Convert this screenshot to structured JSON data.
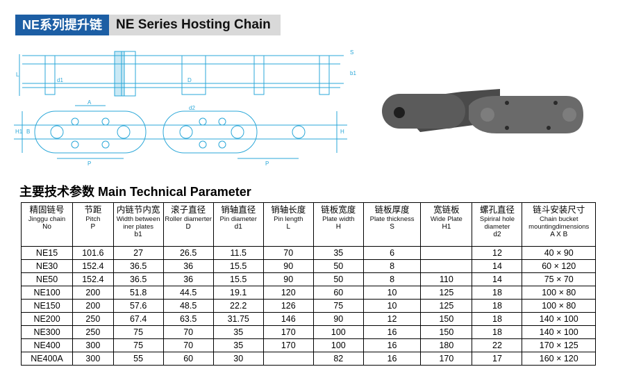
{
  "banner": {
    "cn_title": "NE系列提升链",
    "en_title": "NE Series Hosting Chain"
  },
  "drawing": {
    "labels": [
      "L",
      "d1",
      "D",
      "b1",
      "S",
      "A",
      "d2",
      "H1",
      "B",
      "P",
      "H",
      "P"
    ]
  },
  "section_title": "主要技术参数 Main Technical Parameter",
  "table": {
    "headers": [
      {
        "cn": "精固链号",
        "en": "Jinggu chain",
        "sym": "No"
      },
      {
        "cn": "节距",
        "en": "Pitch",
        "sym": "P"
      },
      {
        "cn": "内链节内宽",
        "en": "Width between iner plates",
        "sym": "b1"
      },
      {
        "cn": "滚子直径",
        "en": "Roller diamerter",
        "sym": "D"
      },
      {
        "cn": "销轴直径",
        "en": "Pin diameter",
        "sym": "d1"
      },
      {
        "cn": "销轴长度",
        "en": "Pin length",
        "sym": "L"
      },
      {
        "cn": "链板宽度",
        "en": "Plate width",
        "sym": "H"
      },
      {
        "cn": "链板厚度",
        "en": "Plate thickness",
        "sym": "S"
      },
      {
        "cn": "宽链板",
        "en": "Wide  Plate",
        "sym": "H1"
      },
      {
        "cn": "螺孔直径",
        "en": "Spiriral hole diameter",
        "sym": "d2"
      },
      {
        "cn": "链斗安装尺寸",
        "en": "Chain bucket mountingdimensions",
        "sym": "A X B"
      }
    ],
    "rows": [
      [
        "NE15",
        "101.6",
        "27",
        "26.5",
        "11.5",
        "70",
        "35",
        "6",
        "",
        "12",
        "40 × 90"
      ],
      [
        "NE30",
        "152.4",
        "36.5",
        "36",
        "15.5",
        "90",
        "50",
        "8",
        "",
        "14",
        "60 × 120"
      ],
      [
        "NE50",
        "152.4",
        "36.5",
        "36",
        "15.5",
        "90",
        "50",
        "8",
        "110",
        "14",
        "75 × 70"
      ],
      [
        "NE100",
        "200",
        "51.8",
        "44.5",
        "19.1",
        "120",
        "60",
        "10",
        "125",
        "18",
        "100 × 80"
      ],
      [
        "NE150",
        "200",
        "57.6",
        "48.5",
        "22.2",
        "126",
        "75",
        "10",
        "125",
        "18",
        "100 × 80"
      ],
      [
        "NE200",
        "250",
        "67.4",
        "63.5",
        "31.75",
        "146",
        "90",
        "12",
        "150",
        "18",
        "140 × 100"
      ],
      [
        "NE300",
        "250",
        "75",
        "70",
        "35",
        "170",
        "100",
        "16",
        "150",
        "18",
        "140 × 100"
      ],
      [
        "NE400",
        "300",
        "75",
        "70",
        "35",
        "170",
        "100",
        "16",
        "180",
        "22",
        "170 × 125"
      ],
      [
        "NE400A",
        "300",
        "55",
        "60",
        "30",
        "",
        "82",
        "16",
        "170",
        "17",
        "160 × 120"
      ]
    ]
  }
}
